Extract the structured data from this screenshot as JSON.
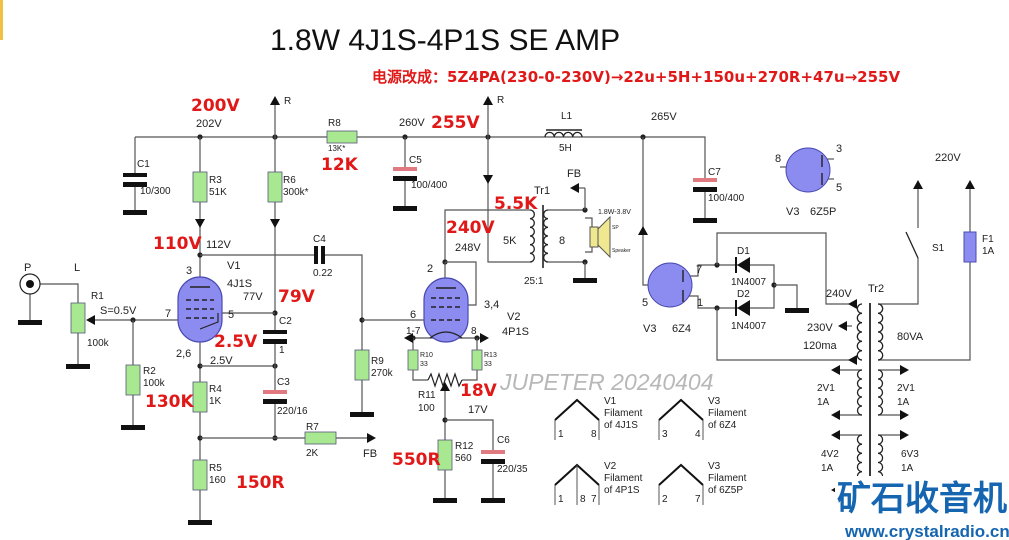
{
  "title": "1.8W 4J1S-4P1S SE AMP",
  "note": "电源改成：5Z4PA(230-0-230V)→22u+5H+150u+270R+47u→255V",
  "watermark": "JUPETER  20240404",
  "logo": {
    "text": "矿石收音机",
    "url": "www.crystalradio.cn"
  },
  "colors": {
    "modified_values": "#e01818",
    "tube": "#8c8cf0",
    "resistor": "#a8e890",
    "logo": "#1565b0"
  },
  "input": {
    "jack": "P",
    "channel": "L",
    "signal": "S=0.5V"
  },
  "rails": {
    "r_label": "R",
    "fb_label": "FB"
  },
  "resistors": {
    "R1": {
      "name": "R1",
      "value": "100k"
    },
    "R2": {
      "name": "R2",
      "value": "100k",
      "mod": "130K"
    },
    "R3": {
      "name": "R3",
      "value": "51K"
    },
    "R4": {
      "name": "R4",
      "value": "1K"
    },
    "R5": {
      "name": "R5",
      "value": "160",
      "mod": "150R"
    },
    "R6": {
      "name": "R6",
      "value": "300k*"
    },
    "R7": {
      "name": "R7",
      "value": "2K"
    },
    "R8": {
      "name": "R8",
      "value": "13K*",
      "mod": "12K"
    },
    "R9": {
      "name": "R9",
      "value": "270k"
    },
    "R10": {
      "name": "R10",
      "value": "33"
    },
    "R11": {
      "name": "R11",
      "value": "100"
    },
    "R12": {
      "name": "R12",
      "value": "560",
      "mod": "550R"
    },
    "R13": {
      "name": "R13",
      "value": "33"
    }
  },
  "capacitors": {
    "C1": {
      "name": "C1",
      "value": "10/300"
    },
    "C2": {
      "name": "C2",
      "value": "1"
    },
    "C3": {
      "name": "C3",
      "value": "220/16"
    },
    "C4": {
      "name": "C4",
      "value": "0.22"
    },
    "C5": {
      "name": "C5",
      "value": "100/400"
    },
    "C6": {
      "name": "C6",
      "value": "220/35"
    },
    "C7": {
      "name": "C7",
      "value": "100/400"
    }
  },
  "voltages": {
    "v202": "202V",
    "v200_mod": "200V",
    "v112": "112V",
    "v110_mod": "110V",
    "v77": "77V",
    "v79_mod": "79V",
    "v25": "2.5V",
    "v25_mod": "2.5V",
    "v260": "260V",
    "v255_mod": "255V",
    "v248": "248V",
    "v240_mod": "240V",
    "v17": "17V",
    "v18_mod": "18V",
    "v265": "265V"
  },
  "tubes": {
    "V1": {
      "name": "V1",
      "type": "4J1S",
      "pins": {
        "anode": "3",
        "grid": "7",
        "screen": "5",
        "cathode": "2,6"
      }
    },
    "V2": {
      "name": "V2",
      "type": "4P1S",
      "pins": {
        "anode": "2",
        "screen": "3,4",
        "grid": "6",
        "f1": "1-7",
        "f2": "8"
      }
    },
    "V3a": {
      "name": "V3",
      "type": "6Z4",
      "pins": {
        "a1": "7",
        "a2": "1",
        "k": "5"
      }
    },
    "V3b": {
      "name": "V3",
      "type": "6Z5P",
      "pins": {
        "k": "8",
        "a1": "3",
        "a2": "5"
      }
    }
  },
  "output_transformer": {
    "name": "Tr1",
    "primary": "5K",
    "primary_mod": "5.5K",
    "secondary": "8",
    "ratio": "25:1",
    "speaker_rating": "1.8W-3.8V",
    "sp": "SP",
    "speaker": "Speaker"
  },
  "choke": {
    "name": "L1",
    "value": "5H"
  },
  "diodes": {
    "D1": {
      "name": "D1",
      "type": "1N4007"
    },
    "D2": {
      "name": "D2",
      "type": "1N4007"
    }
  },
  "power_transformer": {
    "name": "Tr2",
    "taps": [
      "240V",
      "230V"
    ],
    "current": "120ma",
    "rating": "80VA",
    "filaments": [
      {
        "v": "2V1",
        "a": "1A"
      },
      {
        "v": "2V1",
        "a": "1A"
      },
      {
        "v": "4V2",
        "a": "1A"
      },
      {
        "v": "6V3",
        "a": "1A"
      }
    ]
  },
  "mains": {
    "voltage": "220V",
    "switch": "S1",
    "fuse": "F1",
    "fuse_value": "1A"
  },
  "filament_legend": [
    {
      "tube": "V1",
      "line1": "Filament",
      "line2": "of 4J1S",
      "pins": [
        "1",
        "8"
      ]
    },
    {
      "tube": "V3",
      "line1": "Filament",
      "line2": "of 6Z4",
      "pins": [
        "3",
        "4"
      ]
    },
    {
      "tube": "V2",
      "line1": "Filament",
      "line2": "of 4P1S",
      "pins": [
        "1",
        "8",
        "7"
      ]
    },
    {
      "tube": "V3",
      "line1": "Filament",
      "line2": "of 6Z5P",
      "pins": [
        "2",
        "7"
      ]
    }
  ]
}
